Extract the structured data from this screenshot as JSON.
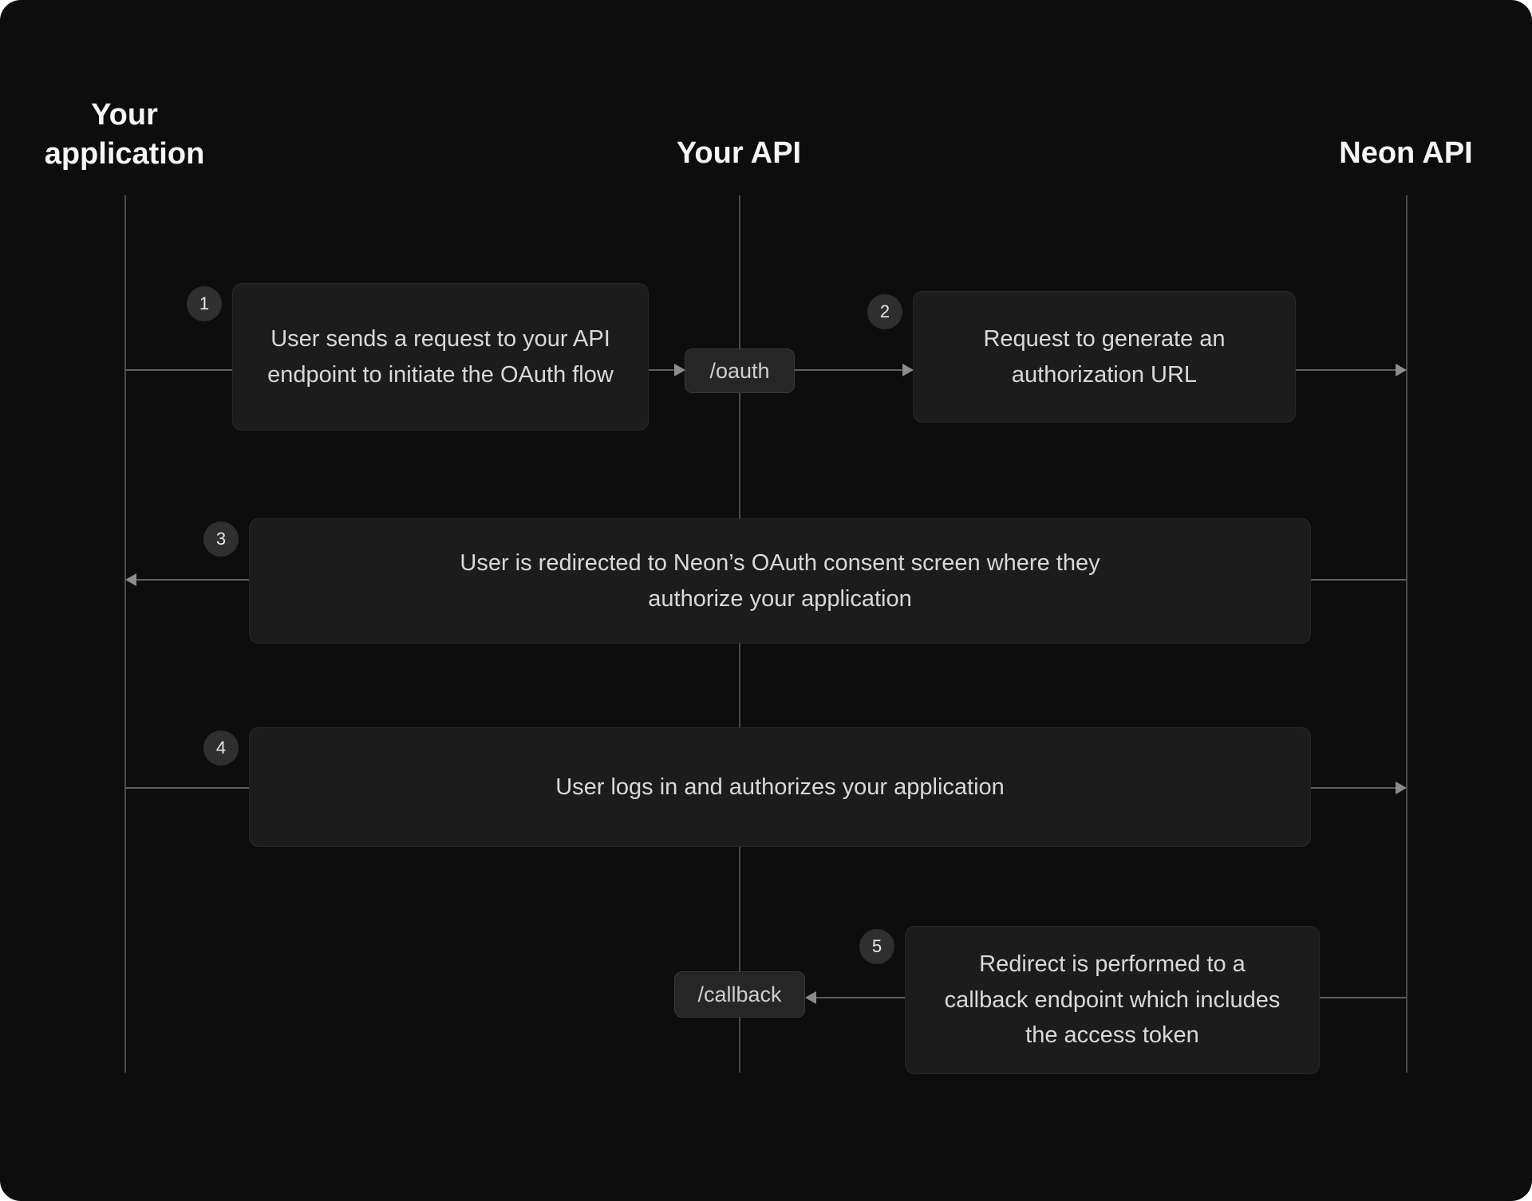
{
  "lanes": [
    {
      "label": "Your application"
    },
    {
      "label": "Your API"
    },
    {
      "label": "Neon API"
    }
  ],
  "steps": [
    {
      "number": "1",
      "text": "User sends a request to your API endpoint to initiate the OAuth flow"
    },
    {
      "number": "2",
      "text": "Request to generate an authorization URL"
    },
    {
      "number": "3",
      "text": "User is redirected to Neon’s OAuth consent screen where they authorize your application"
    },
    {
      "number": "4",
      "text": "User logs in and authorizes your application"
    },
    {
      "number": "5",
      "text": "Redirect is performed to a callback endpoint which includes the access token"
    }
  ],
  "endpoints": [
    {
      "label": "/oauth"
    },
    {
      "label": "/callback"
    }
  ],
  "colors": {
    "background": "#0d0d0d",
    "box_bg": "#1c1c1c",
    "box_border": "#272727",
    "pill_bg": "#262626",
    "pill_border": "#3a3a3a",
    "badge_bg": "#2f2f2f",
    "line": "#5f5f5f",
    "arrow": "#8c8c8c",
    "text": "#d9d9d9",
    "heading": "#f5f5f5"
  }
}
